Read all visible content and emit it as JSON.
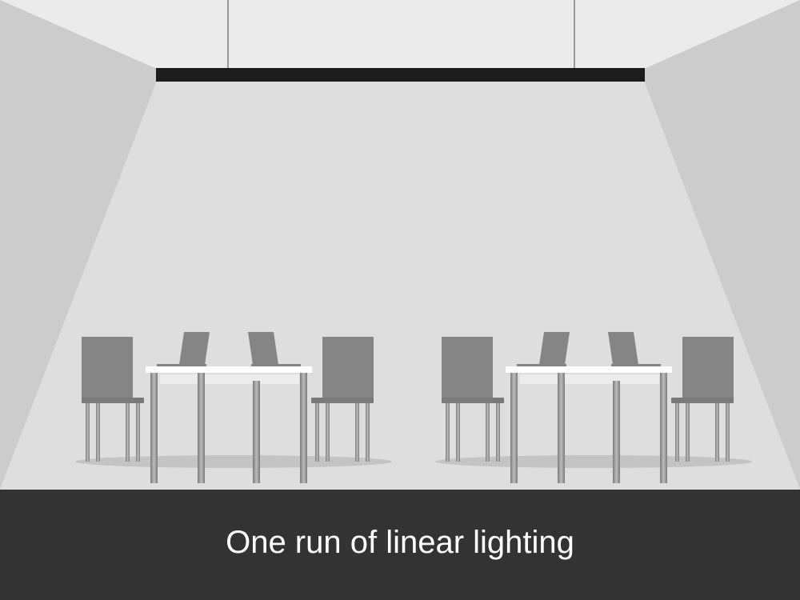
{
  "caption": "One run of linear lighting",
  "colors": {
    "ceiling": "#ebebeb",
    "back_wall": "#dedede",
    "side_walls": "#cccccc",
    "light_fixture": "#1c1c1c",
    "furniture": "#858585",
    "table_top": "#ffffff",
    "floor_shadow": "#c4c4c4",
    "caption_bar": "#333333",
    "caption_text": "#ffffff"
  },
  "scene": {
    "light_fixture_count": 1,
    "workstation_groups": [
      {
        "tables": 1,
        "chairs": 2,
        "laptops": 2
      },
      {
        "tables": 1,
        "chairs": 2,
        "laptops": 2
      }
    ]
  }
}
